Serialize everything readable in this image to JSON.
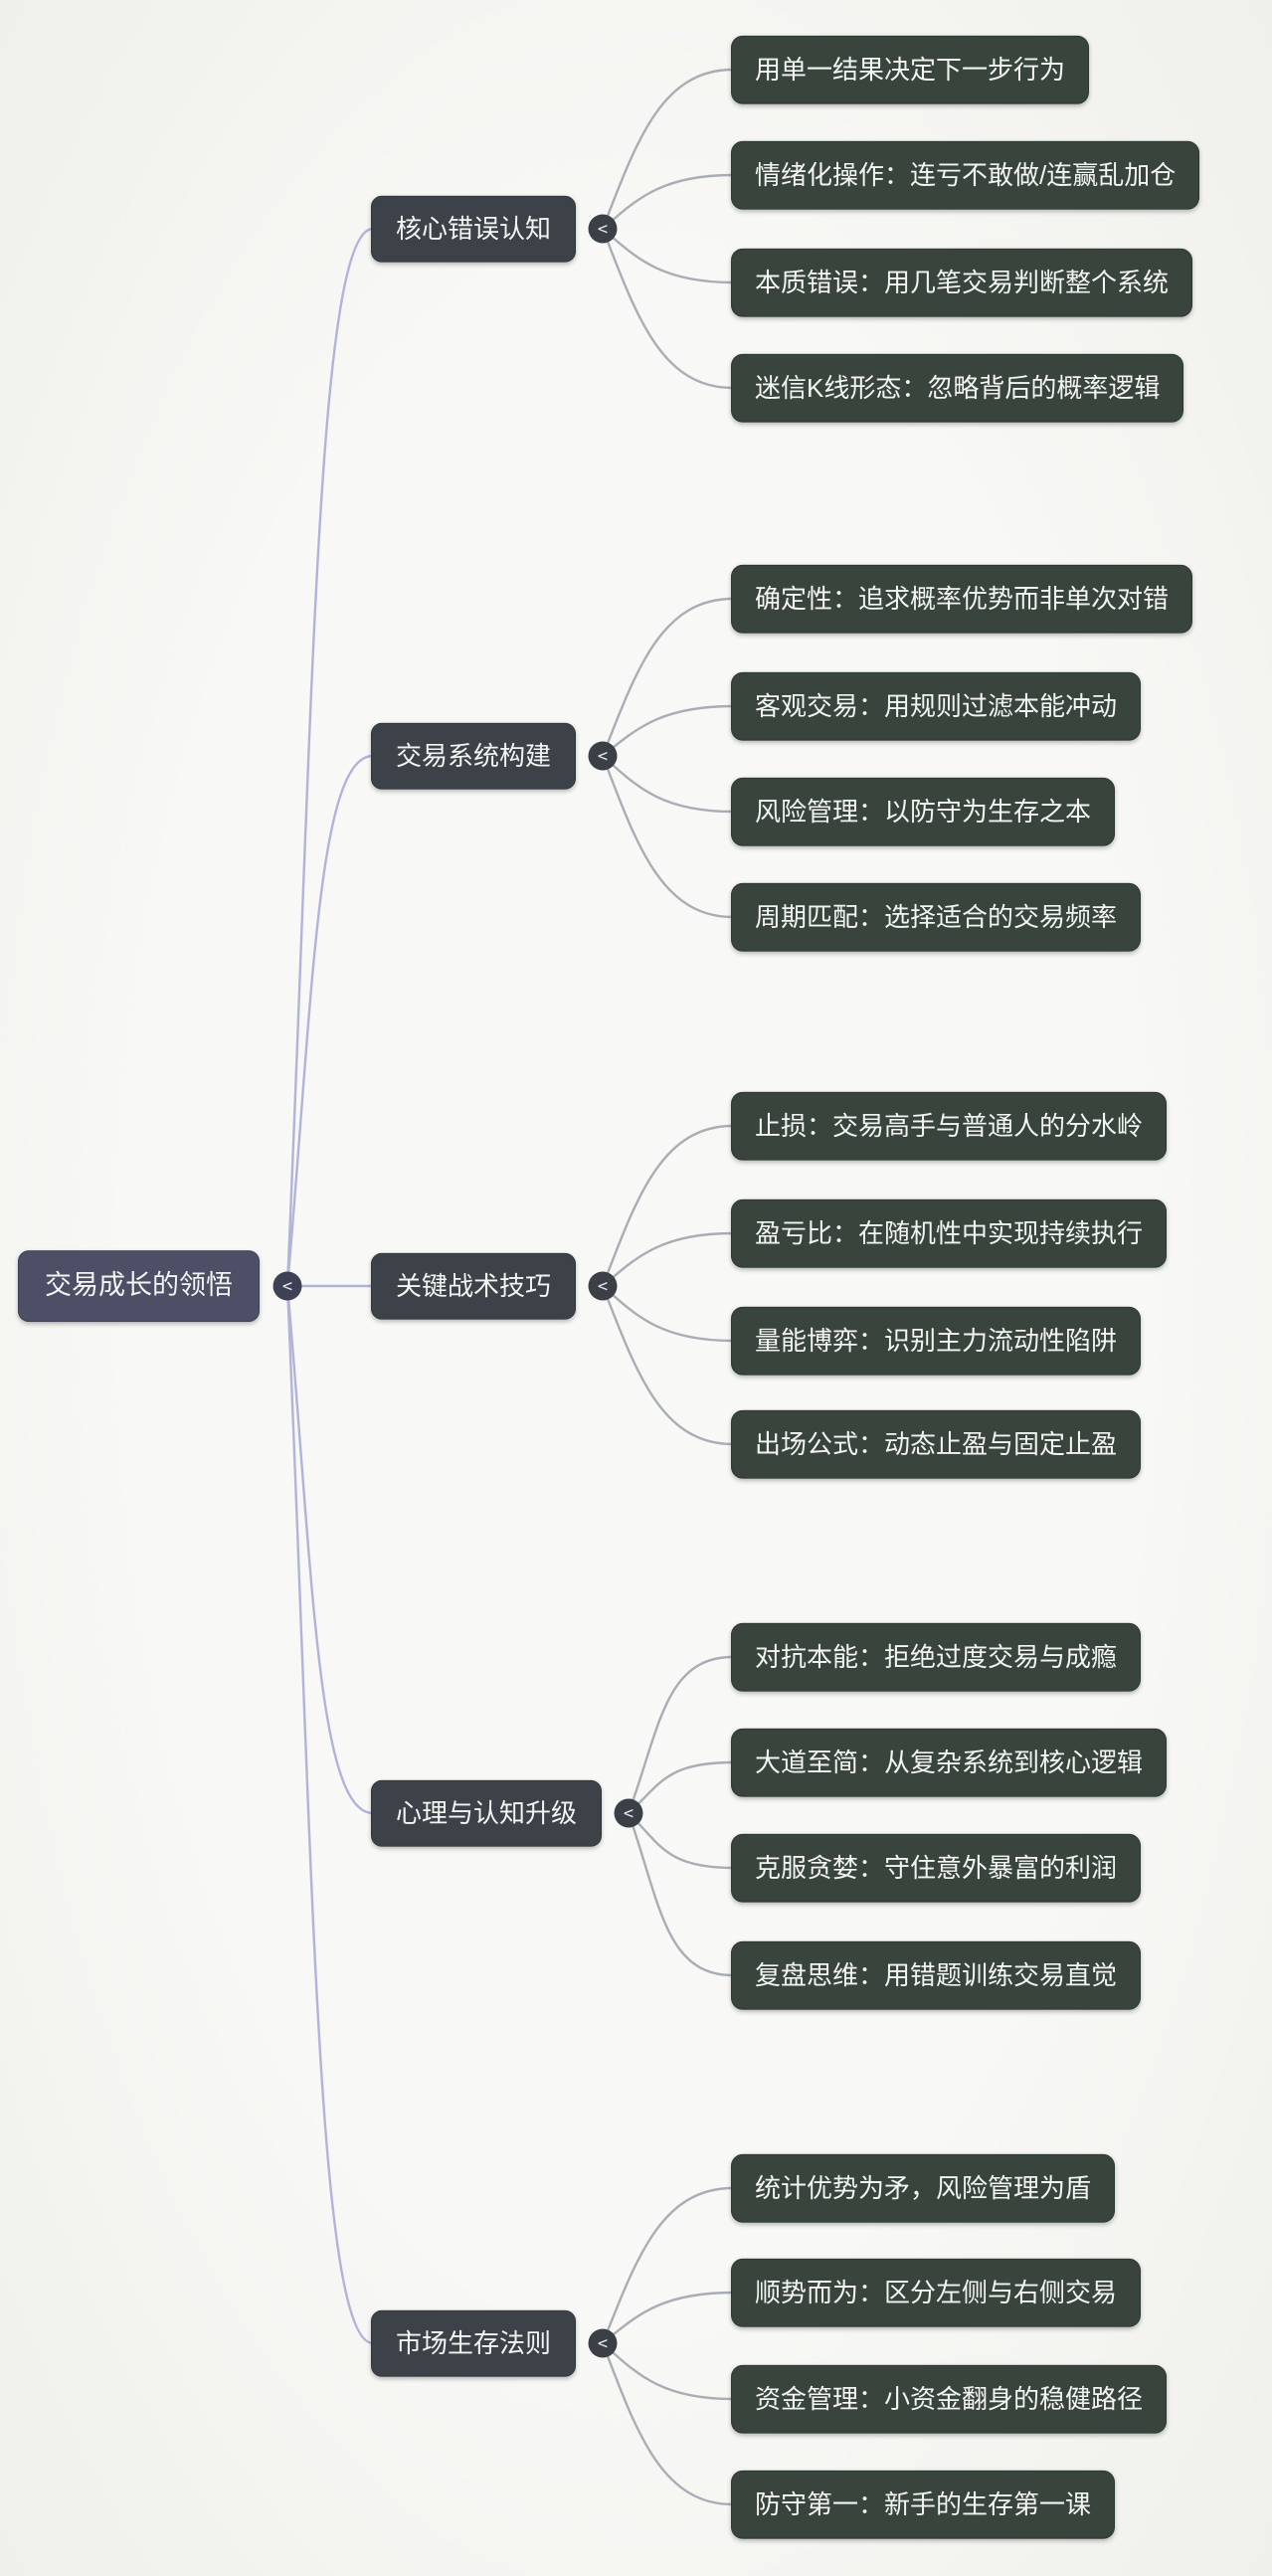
{
  "ui": {
    "collapse_glyph": "<"
  },
  "colors": {
    "root_bg": "#4c4f66",
    "branch_bg": "#3c4247",
    "leaf_bg": "#39443d",
    "text": "#f3f5f2",
    "root_edge": "#b2b3da",
    "leaf_edge": "#a8aeb4",
    "background": "#f7f7f5"
  },
  "mindmap": {
    "root": {
      "label": "交易成长的领悟"
    },
    "branches": [
      {
        "label": "核心错误认知",
        "children": [
          "用单一结果决定下一步行为",
          "情绪化操作：连亏不敢做/连赢乱加仓",
          "本质错误：用几笔交易判断整个系统",
          "迷信K线形态：忽略背后的概率逻辑"
        ]
      },
      {
        "label": "交易系统构建",
        "children": [
          "确定性：追求概率优势而非单次对错",
          "客观交易：用规则过滤本能冲动",
          "风险管理：以防守为生存之本",
          "周期匹配：选择适合的交易频率"
        ]
      },
      {
        "label": "关键战术技巧",
        "children": [
          "止损：交易高手与普通人的分水岭",
          "盈亏比：在随机性中实现持续执行",
          "量能博弈：识别主力流动性陷阱",
          "出场公式：动态止盈与固定止盈"
        ]
      },
      {
        "label": "心理与认知升级",
        "children": [
          "对抗本能：拒绝过度交易与成瘾",
          "大道至简：从复杂系统到核心逻辑",
          "克服贪婪：守住意外暴富的利润",
          "复盘思维：用错题训练交易直觉"
        ]
      },
      {
        "label": "市场生存法则",
        "children": [
          "统计优势为矛，风险管理为盾",
          "顺势而为：区分左侧与右侧交易",
          "资金管理：小资金翻身的稳健路径",
          "防守第一：新手的生存第一课"
        ]
      }
    ]
  }
}
